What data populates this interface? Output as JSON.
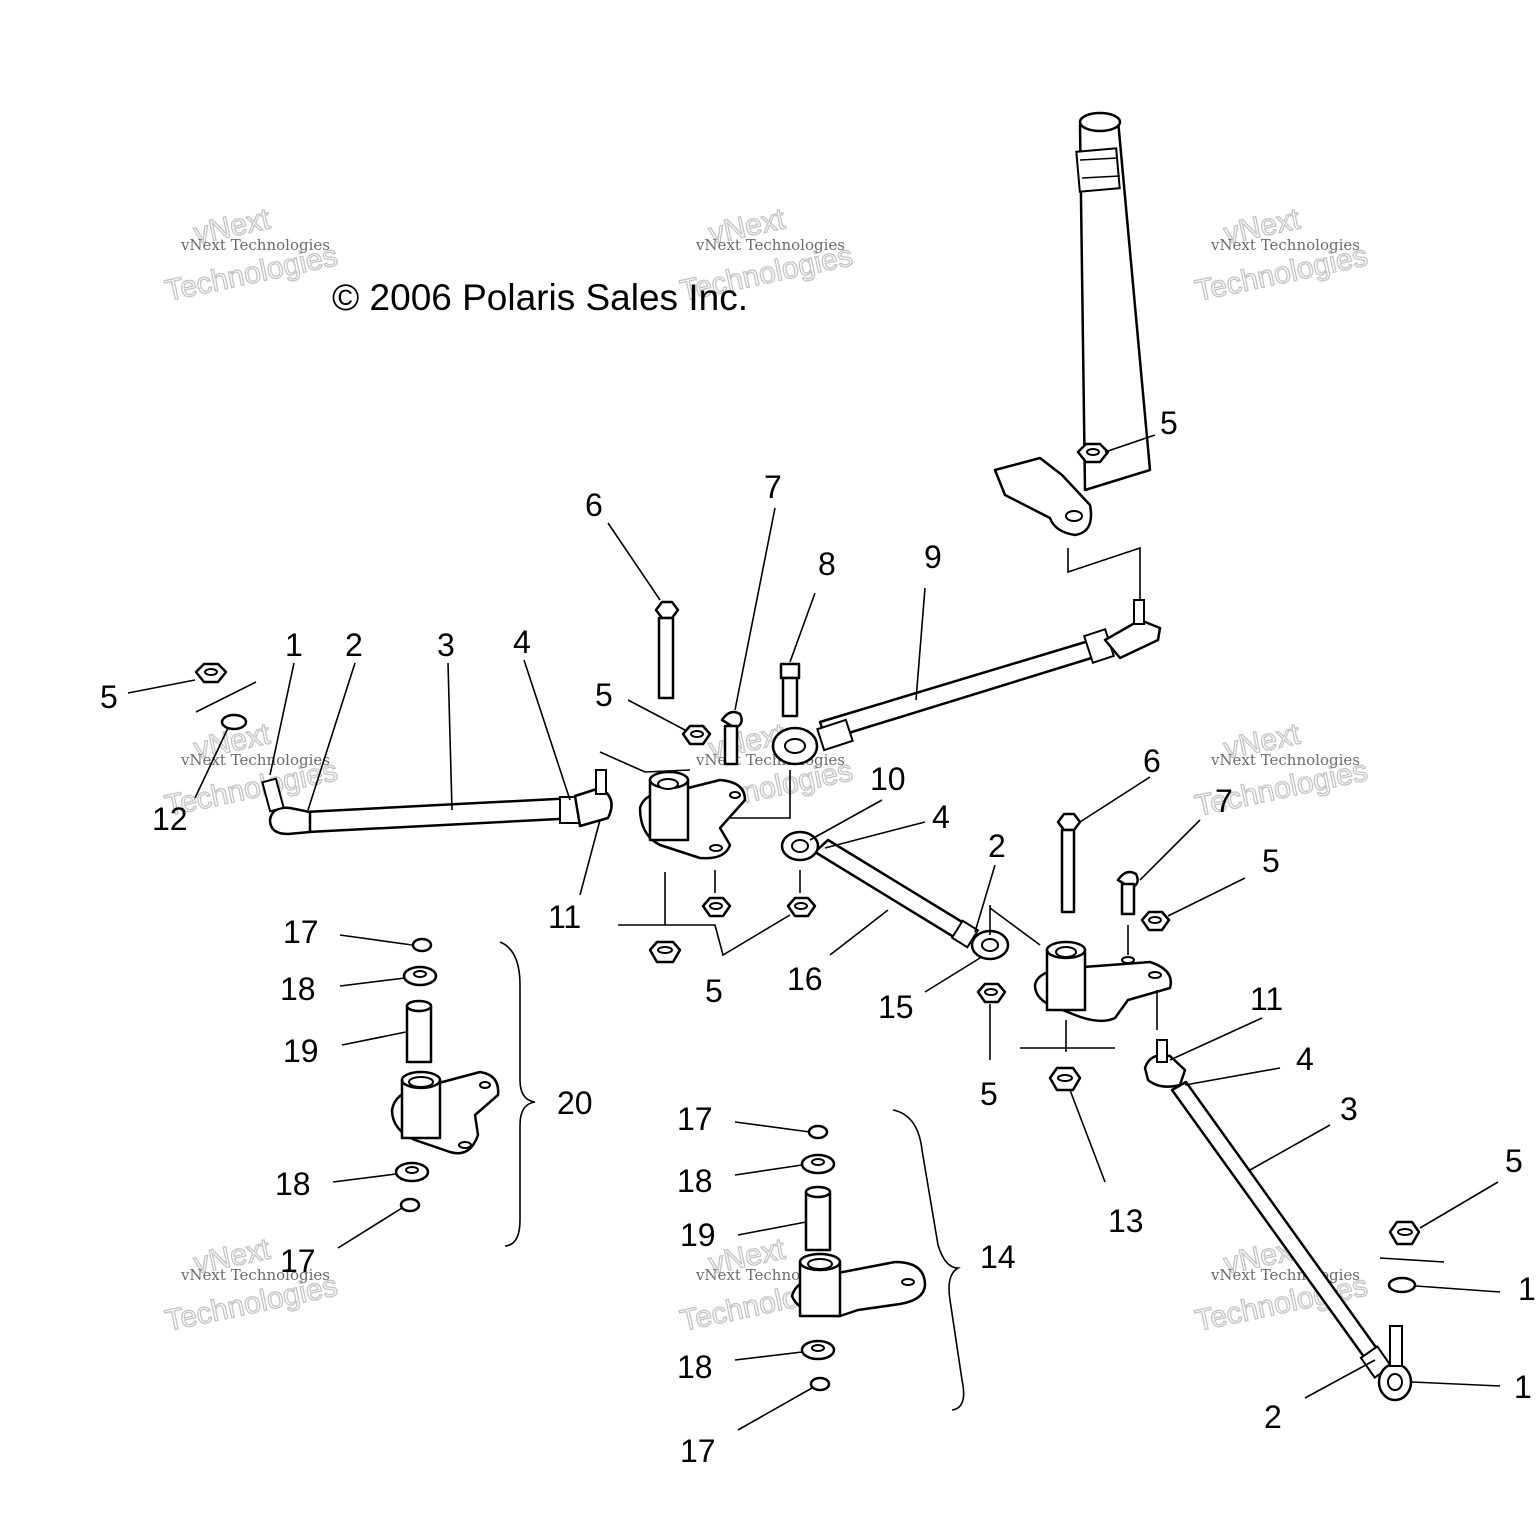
{
  "copyright": "© 2006 Polaris Sales Inc.",
  "watermark": {
    "company_line": "vNext Technologies",
    "brand": "vNext",
    "word": "Technologies"
  },
  "callouts": {
    "c1a": "1",
    "c2a": "2",
    "c3a": "3",
    "c4a": "4",
    "c5a": "5",
    "c12": "12",
    "c6a": "6",
    "c7a": "7",
    "c8": "8",
    "c9": "9",
    "c5b": "5",
    "c5c": "5",
    "c11a": "11",
    "c5d": "5",
    "c10": "10",
    "c4b": "4",
    "c16": "16",
    "c2b": "2",
    "c15": "15",
    "c6b": "6",
    "c7b": "7",
    "c5e": "5",
    "c5f": "5",
    "c11b": "11",
    "c4c": "4",
    "c3b": "3",
    "c13": "13",
    "c5g": "5",
    "c1b": "1",
    "c1c": "1",
    "c2c": "2",
    "c17a": "17",
    "c18a": "18",
    "c19a": "19",
    "c20": "20",
    "c18b": "18",
    "c17b": "17",
    "c17c": "17",
    "c18c": "18",
    "c19b": "19",
    "c14": "14",
    "c18d": "18",
    "c17d": "17"
  }
}
